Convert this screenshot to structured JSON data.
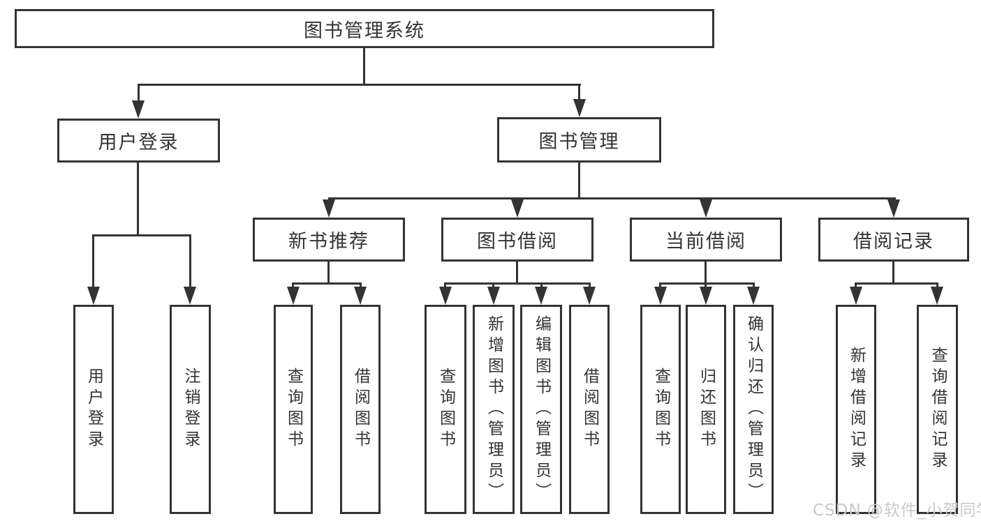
{
  "diagram_title": "图书管理系统",
  "colors": {
    "line": "#333333",
    "text": "#333333",
    "background": "#ffffff",
    "watermark": "#c9c9c9"
  },
  "nodes": {
    "root": "图书管理系统",
    "user_login": "用户登录",
    "book_mgmt": "图书管理",
    "new_book_rec": "新书推荐",
    "book_borrow": "图书借阅",
    "current_borrow": "当前借阅",
    "borrow_record": "借阅记录",
    "leaf_user_login": "用户登录",
    "leaf_logout": "注销登录",
    "leaf_nbr_query": "查询图书",
    "leaf_nbr_borrow": "借阅图书",
    "leaf_bb_query": "查询图书",
    "leaf_bb_add": "新增图书（管理员）",
    "leaf_bb_edit": "编辑图书（管理员）",
    "leaf_bb_borrow": "借阅图书",
    "leaf_cb_query": "查询图书",
    "leaf_cb_return": "归还图书",
    "leaf_cb_confirm": "确认归还（管理员）",
    "leaf_br_add": "新增借阅记录",
    "leaf_br_query": "查询借阅记录"
  },
  "hierarchy": {
    "图书管理系统": {
      "用户登录": [
        "用户登录",
        "注销登录"
      ],
      "图书管理": {
        "新书推荐": [
          "查询图书",
          "借阅图书"
        ],
        "图书借阅": [
          "查询图书",
          "新增图书（管理员）",
          "编辑图书（管理员）",
          "借阅图书"
        ],
        "当前借阅": [
          "查询图书",
          "归还图书",
          "确认归还（管理员）"
        ],
        "借阅记录": [
          "新增借阅记录",
          "查询借阅记录"
        ]
      }
    }
  },
  "watermark": {
    "text": "CSDN @软件_小贺同学"
  }
}
